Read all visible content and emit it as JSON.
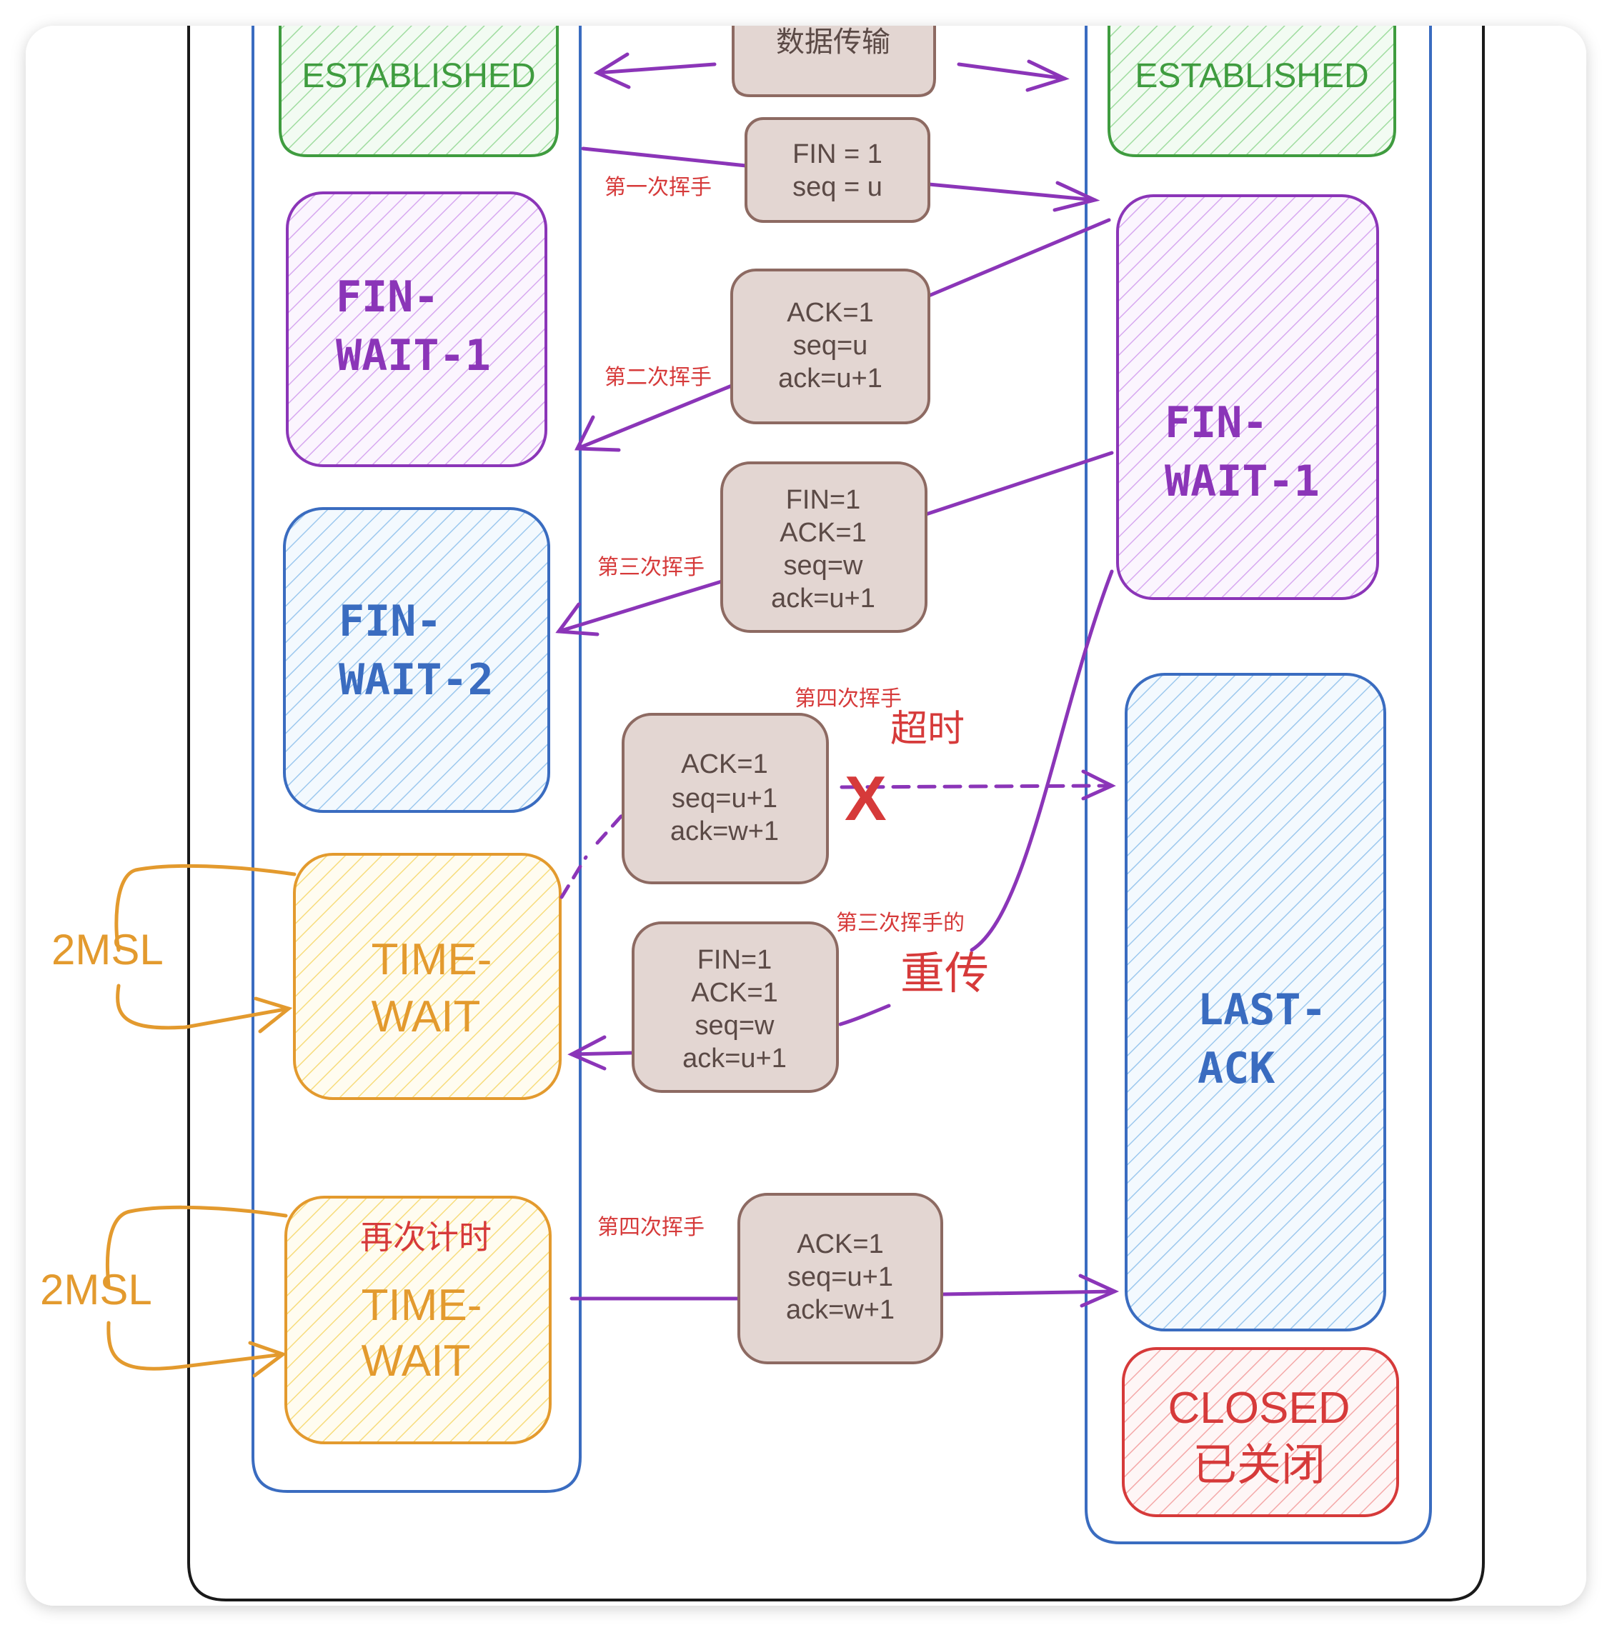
{
  "colors": {
    "green": "#3f9c3f",
    "green_fill": "#9fdc9f",
    "purple": "#8b35b8",
    "purple_fill": "#d7a8f0",
    "blue": "#3a6cc0",
    "blue_fill": "#9cc8ee",
    "orange": "#e39a2e",
    "orange_fill": "#f7dc7c",
    "red": "#d63a3a",
    "red_fill": "#f4a8a8",
    "packet_fill": "#e3d6d2",
    "packet_stroke": "#8d6a62"
  },
  "left_states": {
    "established": "ESTABLISHED",
    "fin_wait_1": [
      "FIN-",
      "WAIT-1"
    ],
    "fin_wait_2": [
      "FIN-",
      "WAIT-2"
    ],
    "time_wait": [
      "TIME-",
      "WAIT"
    ],
    "time_wait_2": [
      "TIME-",
      "WAIT"
    ],
    "retime_note": "再次计时"
  },
  "right_states": {
    "established": "ESTABLISHED",
    "fin_wait_1": [
      "FIN-",
      "WAIT-1"
    ],
    "last_ack": [
      "LAST-",
      "ACK"
    ],
    "closed": [
      "CLOSED",
      "已关闭"
    ]
  },
  "packets": {
    "data_transfer": [
      "数据传输"
    ],
    "fin1": [
      "FIN = 1",
      "seq = u"
    ],
    "ack1": [
      "ACK=1",
      "seq=u",
      "ack=u+1"
    ],
    "fin2": [
      "FIN=1",
      "ACK=1",
      "seq=w",
      "ack=u+1"
    ],
    "ack_lost": [
      "ACK=1",
      "seq=u+1",
      "ack=w+1"
    ],
    "fin_resend": [
      "FIN=1",
      "ACK=1",
      "seq=w",
      "ack=u+1"
    ],
    "ack_final": [
      "ACK=1",
      "seq=u+1",
      "ack=w+1"
    ]
  },
  "labels": {
    "first": "第一次挥手",
    "second": "第二次挥手",
    "third": "第三次挥手",
    "fourth_lost": "第四次挥手",
    "timeout": "超时",
    "lost_mark": "X",
    "resend_of_third": "第三次挥手的",
    "resend": "重传",
    "fourth_final": "第四次挥手"
  },
  "msl": {
    "first": "2MSL",
    "second": "2MSL"
  }
}
